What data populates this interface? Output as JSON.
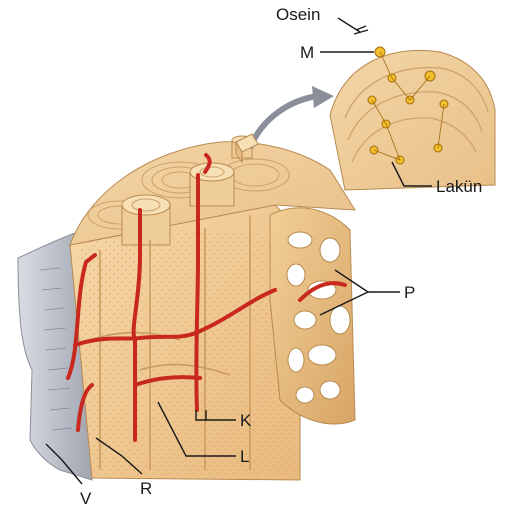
{
  "diagram": {
    "labels": {
      "osein": "Osein",
      "m": "M",
      "lakun": "Lakün",
      "p": "P",
      "k": "K",
      "l": "L",
      "r": "R",
      "v": "V"
    }
  }
}
